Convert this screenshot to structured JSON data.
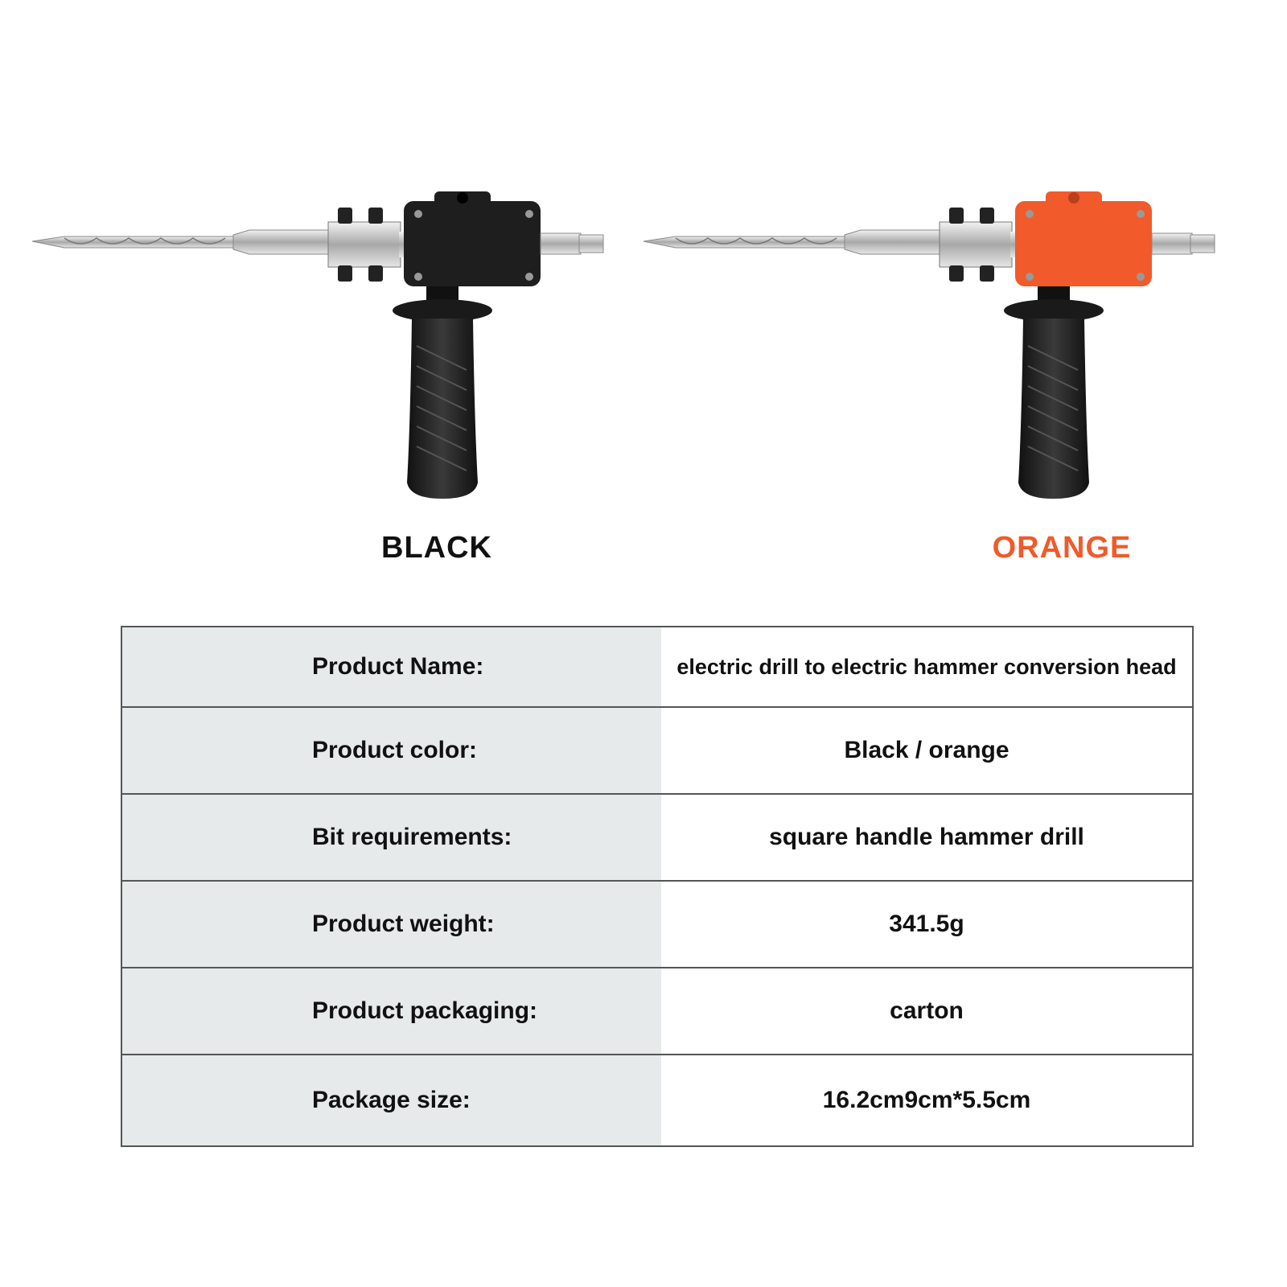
{
  "variants": [
    {
      "label": "BLACK",
      "body_color": "#1e1e1e",
      "label_color": "#111111"
    },
    {
      "label": "ORANGE",
      "body_color": "#f15a2b",
      "label_color": "#f15a2b"
    }
  ],
  "specs": [
    {
      "key": "Product Name:",
      "value": "electric drill to electric hammer conversion head"
    },
    {
      "key": "Product color:",
      "value": "Black / orange"
    },
    {
      "key": "Bit requirements:",
      "value": "square handle hammer drill"
    },
    {
      "key": "Product weight:",
      "value": "341.5g"
    },
    {
      "key": "Product packaging:",
      "value": "carton"
    },
    {
      "key": "Package size:",
      "value": "16.2cm9cm*5.5cm"
    }
  ]
}
